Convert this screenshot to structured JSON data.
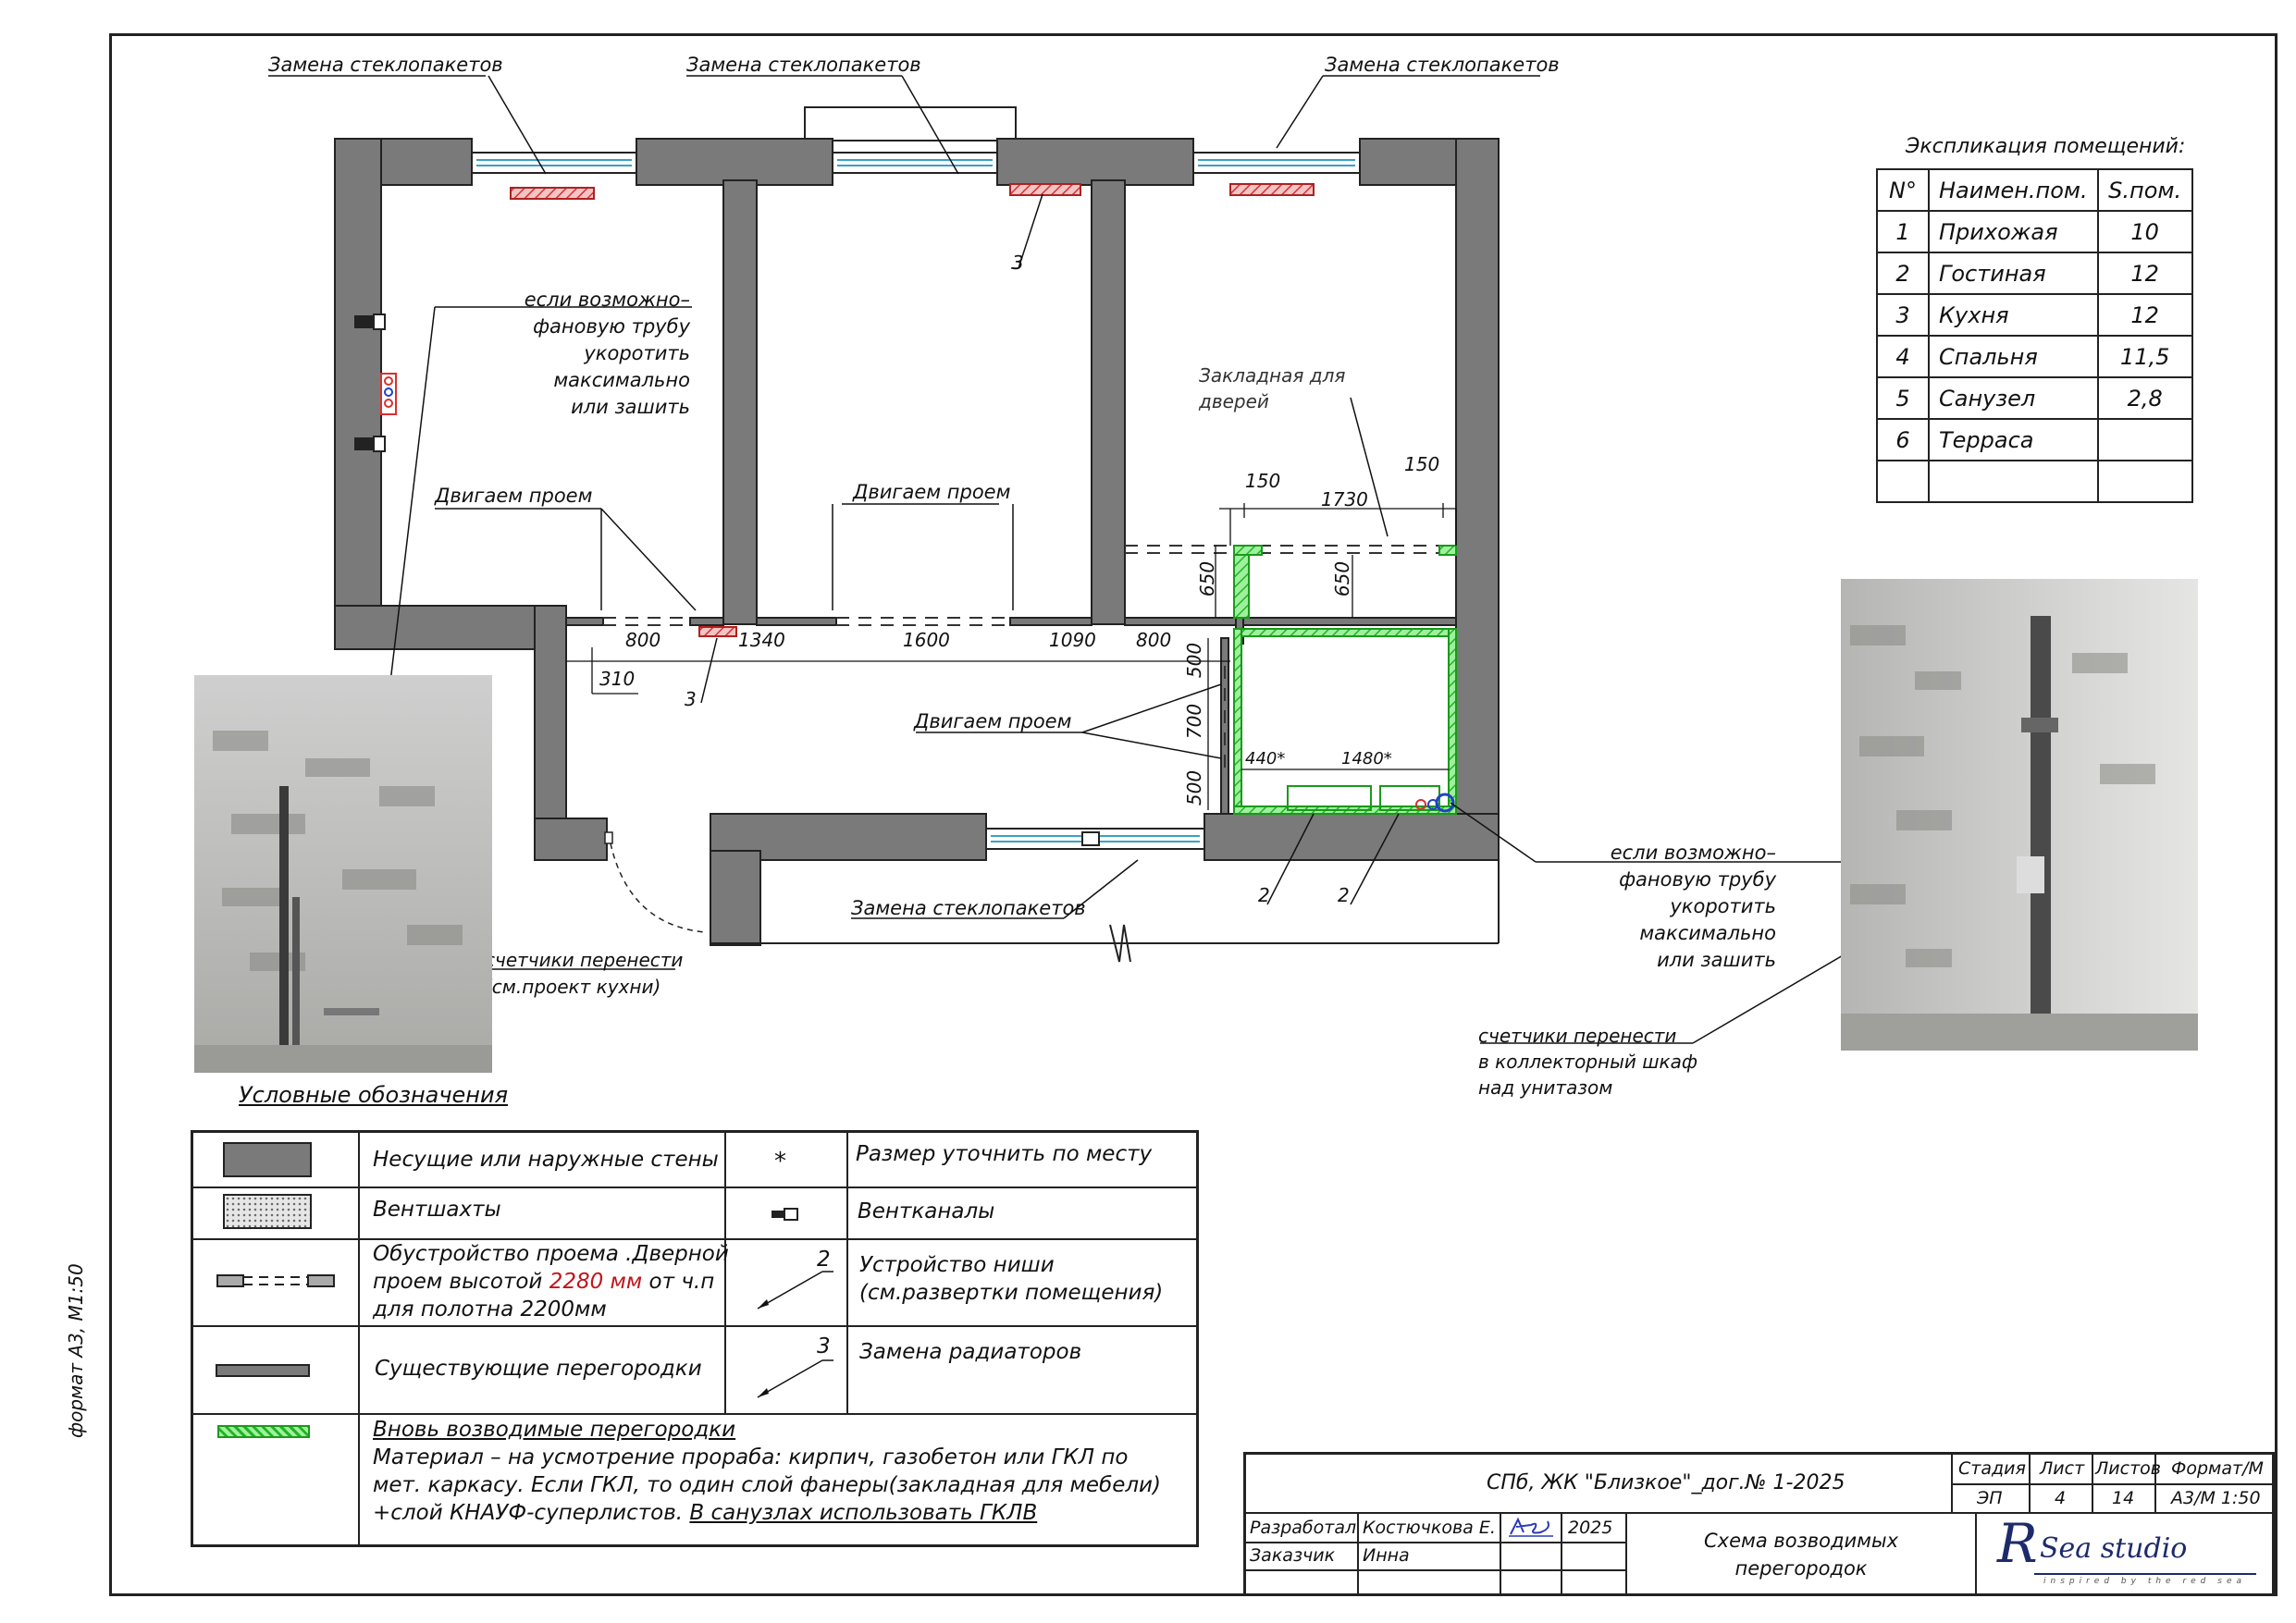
{
  "plan": {
    "window_labels": [
      "Замена стеклопакетов",
      "Замена стеклопакетов",
      "Замена стеклопакетов",
      "Замена стеклопакетов"
    ],
    "note_fan_pipe_left": [
      "если возможно–",
      "фановую трубу",
      "укоротить максимально",
      "или зашить"
    ],
    "note_fan_pipe_right": [
      "если возможно–",
      "фановую трубу",
      "укоротить максимально",
      "или зашить"
    ],
    "move_opening": [
      "Двигаем проем",
      "Двигаем проем",
      "Двигаем проем"
    ],
    "embed_doors": [
      "Закладная для",
      "дверей"
    ],
    "meters_left": [
      "счетчики перенести",
      "(см.проект кухни)"
    ],
    "meters_right": [
      "счетчики перенести",
      "в коллекторный шкаф",
      "над унитазом"
    ],
    "dims": {
      "d150a": "150",
      "d1730": "1730",
      "d150b": "150",
      "d650a": "650",
      "d650b": "650",
      "d800a": "800",
      "d1340": "1340",
      "d1600": "1600",
      "d1090": "1090",
      "d800b": "800",
      "d310": "310",
      "d500a": "500",
      "d700": "700",
      "d500b": "500",
      "d440": "440*",
      "d1480": "1480*"
    },
    "markers": {
      "m3a": "3",
      "m3b": "3",
      "m2a": "2",
      "m2b": "2"
    }
  },
  "explication": {
    "title": "Экспликация помещений:",
    "headers": [
      "N°",
      "Наимен.пом.",
      "S.пом."
    ],
    "rows": [
      [
        "1",
        "Прихожая",
        "10"
      ],
      [
        "2",
        "Гостиная",
        "12"
      ],
      [
        "3",
        "Кухня",
        "12"
      ],
      [
        "4",
        "Спальня",
        "11,5"
      ],
      [
        "5",
        "Санузел",
        "2,8"
      ],
      [
        "6",
        "Терраса",
        ""
      ],
      [
        "",
        "",
        ""
      ]
    ]
  },
  "legend": {
    "title": "Условные обозначения",
    "bearing_walls": "Несущие или наружные стены",
    "vent_shafts": "Вентшахты",
    "opening_1": "Обустройство проема .Дверной",
    "opening_2a": "проем высотой ",
    "opening_2b": "2280 мм",
    "opening_2c": " от ч.п",
    "opening_3": "для полотна 2200мм",
    "existing_partitions": "Существующие перегородки",
    "new_partitions_title": "Вновь возводимые перегородки",
    "new_partitions_1": "Материал – на усмотрение прораба: кирпич, газобетон или ГКЛ по",
    "new_partitions_2": "мет. каркасу. Если ГКЛ, то один слой фанеры(закладная для мебели)",
    "new_partitions_3a": "+слой КНАУФ-суперлистов. ",
    "new_partitions_3b": "В санузлах использовать  ГКЛВ",
    "star": "*",
    "size_on_site": "Размер уточнить по месту",
    "vent_channels": "Вентканалы",
    "marker_2": "2",
    "niche_1": "Устройство ниши",
    "niche_2": "(см.развертки помещения)",
    "marker_3": "3",
    "radiators": "Замена радиаторов"
  },
  "title_block": {
    "project": "СПб, ЖК \"Близкое\"_дог.№ 1-2025",
    "stage_h": "Стадия",
    "sheet_h": "Лист",
    "sheets_h": "Листов",
    "format_h": "Формат/М",
    "stage": "ЭП",
    "sheet": "4",
    "sheets": "14",
    "format": "А3/М 1:50",
    "developed_label": "Разработал",
    "developer": "Костючкова Е.",
    "year": "2025",
    "customer_label": "Заказчик",
    "customer": "Инна",
    "sheet_title_1": "Схема возводимых",
    "sheet_title_2": "перегородок",
    "logo_r": "R",
    "logo_sea": "Sea studio",
    "logo_tag": "inspired by the red sea"
  },
  "side_label": "формат А3, М1:50",
  "colors": {
    "wall_gray": "#7a7a7a",
    "new_partition_green": "#3cd63c",
    "radiator_red": "#d83030",
    "text_red": "#c0161c"
  }
}
